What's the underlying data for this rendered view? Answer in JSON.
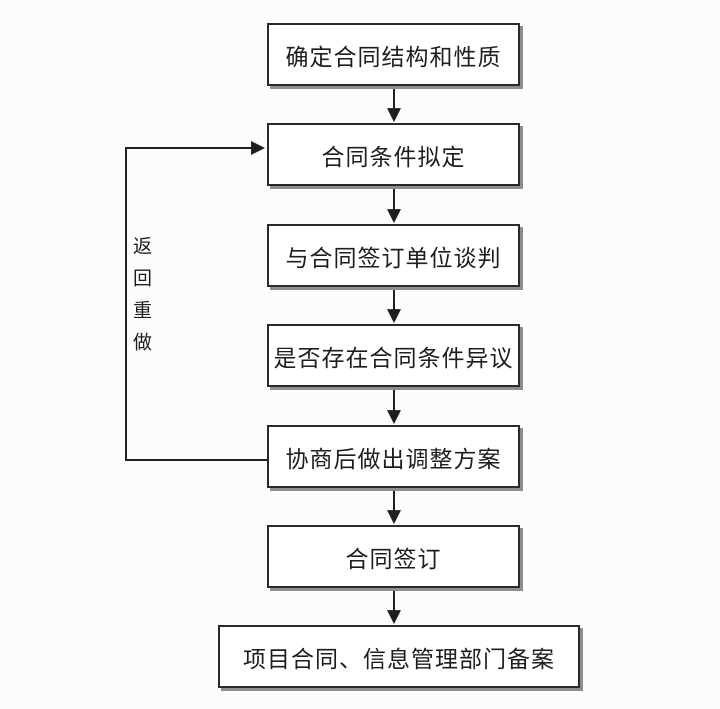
{
  "flowchart": {
    "nodes": [
      {
        "label": "确定合同结构和性质"
      },
      {
        "label": "合同条件拟定"
      },
      {
        "label": "与合同签订单位谈判"
      },
      {
        "label": "是否存在合同条件异议"
      },
      {
        "label": "协商后做出调整方案"
      },
      {
        "label": "合同签订"
      },
      {
        "label": "项目合同、信息管理部门备案"
      }
    ],
    "feedback_label": "返回重做",
    "colors": {
      "background": "#fdfbfc",
      "box_fill": "#ffffff",
      "box_border": "#2a2a2a",
      "box_shadow": "#8e8e8e",
      "line": "#1f1f1f",
      "text": "#1e1e1e"
    }
  }
}
